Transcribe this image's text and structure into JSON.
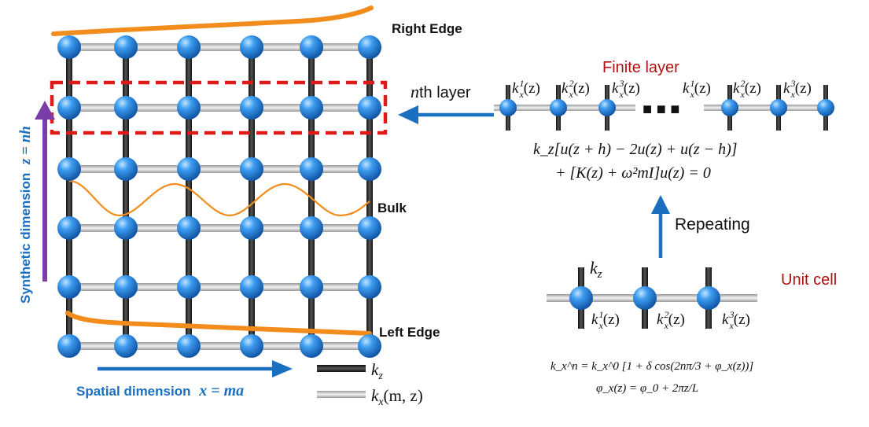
{
  "lattice": {
    "right_edge_label": "Right Edge",
    "bulk_label": "Bulk",
    "left_edge_label": "Left Edge",
    "synthetic_axis_label": "Synthetic dimension",
    "synthetic_axis_math": "z = nh",
    "spatial_axis_label": "Spatial dimension",
    "spatial_axis_math": "x = ma",
    "legend_kz": "k",
    "legend_kz_sub": "z",
    "legend_kx": "k",
    "legend_kx_sub": "x",
    "legend_kx_args": "(m, z)",
    "nth_layer_italic": "n",
    "nth_layer_rest": "th layer"
  },
  "finite_layer": {
    "title": "Finite layer",
    "spring_labels": [
      {
        "sup": "1"
      },
      {
        "sup": "2"
      },
      {
        "sup": "3"
      },
      {
        "sup": "1"
      },
      {
        "sup": "2"
      },
      {
        "sup": "3"
      }
    ],
    "k_base": "k",
    "k_sub": "x",
    "k_arg": "(z)",
    "ellipsis": "■ ■ ■",
    "equation_line1": "k_z[u(z + h) − 2u(z) + u(z − h)]",
    "equation_line2": "+ [K(z) + ω²mI]u(z) = 0"
  },
  "repeating_label": "Repeating",
  "unit_cell": {
    "title": "Unit cell",
    "kz_label": "k",
    "kz_sub": "z",
    "formula_line1": "k_x^n = k_x^0 [1 + δ cos(2nπ/3 + φ_x(z))]",
    "formula_line2": "φ_x(z) = φ_0 + 2πz/L"
  },
  "colors": {
    "node_blue": "#2b8be0",
    "arrow_blue": "#1a6fc0",
    "orange": "#f28c1c",
    "red_dash": "#e01818",
    "purple": "#7a3da8",
    "dark_red": "#b01010",
    "axis_text_blue": "#1a6fc0"
  }
}
